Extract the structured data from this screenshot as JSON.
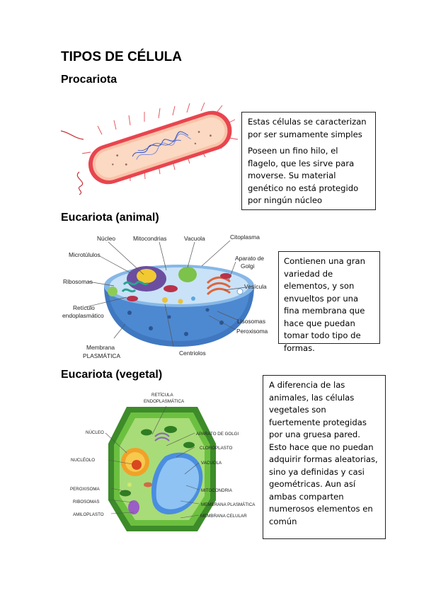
{
  "title": "TIPOS DE CÉLULA",
  "sections": {
    "prokaryote": {
      "heading": "Procariota",
      "text": [
        "Estas células se caracterizan por ser sumamente simples",
        "Poseen un fino hilo, el flagelo, que les sirve para moverse. Su material genético no está protegido por ningún núcleo"
      ]
    },
    "animal": {
      "heading": "Eucariota (animal)",
      "text": "Contienen una gran variedad de elementos, y son envueltos por una fina membrana que hace que puedan tomar todo tipo de formas.",
      "labels": {
        "nucleo": "Núcleo",
        "mitocondrias": "Mitocondrias",
        "vacuola": "Vacuola",
        "citoplasma": "Citoplasma",
        "microtubulos": "Microtúlulos",
        "aparato_golgi_1": "Aparato de",
        "aparato_golgi_2": "Golgi",
        "ribosomas": "Ribosomas",
        "vesicula": "Vesícula",
        "reticulo_1": "Retículo",
        "reticulo_2": "endoplasmático",
        "lisosomas": "Lisosomas",
        "peroxisoma": "Peroxisoma",
        "membrana_1": "Membrana",
        "membrana_2": "PLASMÁTICA",
        "centriolos": "Centriolos"
      }
    },
    "plant": {
      "heading": "Eucariota (vegetal)",
      "text": "A diferencia de las animales, las células vegetales son fuertemente protegidas por una gruesa pared. Esto hace que no puedan adquirir formas aleatorias, sino ya definidas y casi geométricas. Aun así ambas comparten numerosos elementos en común",
      "labels": {
        "reticula_1": "Retícula",
        "reticula_2": "Endoplasmática",
        "nucleo": "Núcleo",
        "aparato_golgi": "Aparato de Golgi",
        "cloroplasto": "Cloroplasto",
        "nucleolo": "Nucléolo",
        "vacuola": "Vacuola",
        "peroxisoma": "Peroxisoma",
        "mitocondria": "Mitocondria",
        "ribosomas": "Ribosomas",
        "membrana_plasmatica": "Membrana plasmática",
        "amiloplasto": "Amiloplasto",
        "membrana_celular": "Membrana celular"
      }
    }
  }
}
